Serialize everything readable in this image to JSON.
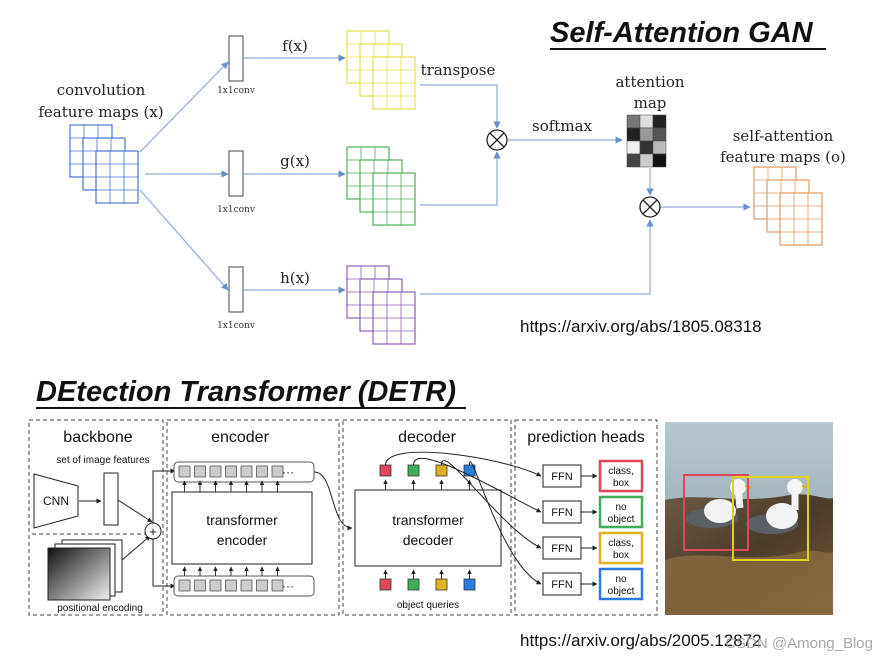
{
  "sagan": {
    "title": "Self-Attention GAN",
    "input_label_line1": "convolution",
    "input_label_line2": "feature maps (x)",
    "conv_label": "1x1conv",
    "branches": [
      "f(x)",
      "g(x)",
      "h(x)"
    ],
    "branch_colors": [
      "#e6e04a",
      "#4fae5a",
      "#8a5fb8"
    ],
    "input_color": "#4a74d9",
    "output_color": "#e39a62",
    "transpose_label": "transpose",
    "softmax_label": "softmax",
    "attention_label_line1": "attention",
    "attention_label_line2": "map",
    "output_label_line1": "self-attention",
    "output_label_line2": "feature maps (o)",
    "multiply_symbol": "⊗",
    "url": "https://arxiv.org/abs/1805.08318"
  },
  "detr": {
    "title": "DEtection Transformer (DETR)",
    "backbone_title": "backbone",
    "set_of_features_label": "set of image features",
    "cnn_label": "CNN",
    "positional_label": "positional encoding",
    "plus_symbol": "+",
    "encoder_title": "encoder",
    "encoder_box_line1": "transformer",
    "encoder_box_line2": "encoder",
    "ellipsis": "···",
    "decoder_title": "decoder",
    "decoder_box_line1": "transformer",
    "decoder_box_line2": "decoder",
    "object_queries_label": "object queries",
    "query_colors": [
      "#e0475a",
      "#3fae5a",
      "#e0b020",
      "#2a7de0"
    ],
    "heads_title": "prediction heads",
    "ffn_label": "FFN",
    "heads": [
      {
        "line1": "class,",
        "line2": "box",
        "color": "#e0475a"
      },
      {
        "line1": "no",
        "line2": "object",
        "color": "#3fae5a"
      },
      {
        "line1": "class,",
        "line2": "box",
        "color": "#e0b020"
      },
      {
        "line1": "no",
        "line2": "object",
        "color": "#2a7de0"
      }
    ],
    "url": "https://arxiv.org/abs/2005.12872",
    "watermark": "CSDN @Among_Blog"
  }
}
